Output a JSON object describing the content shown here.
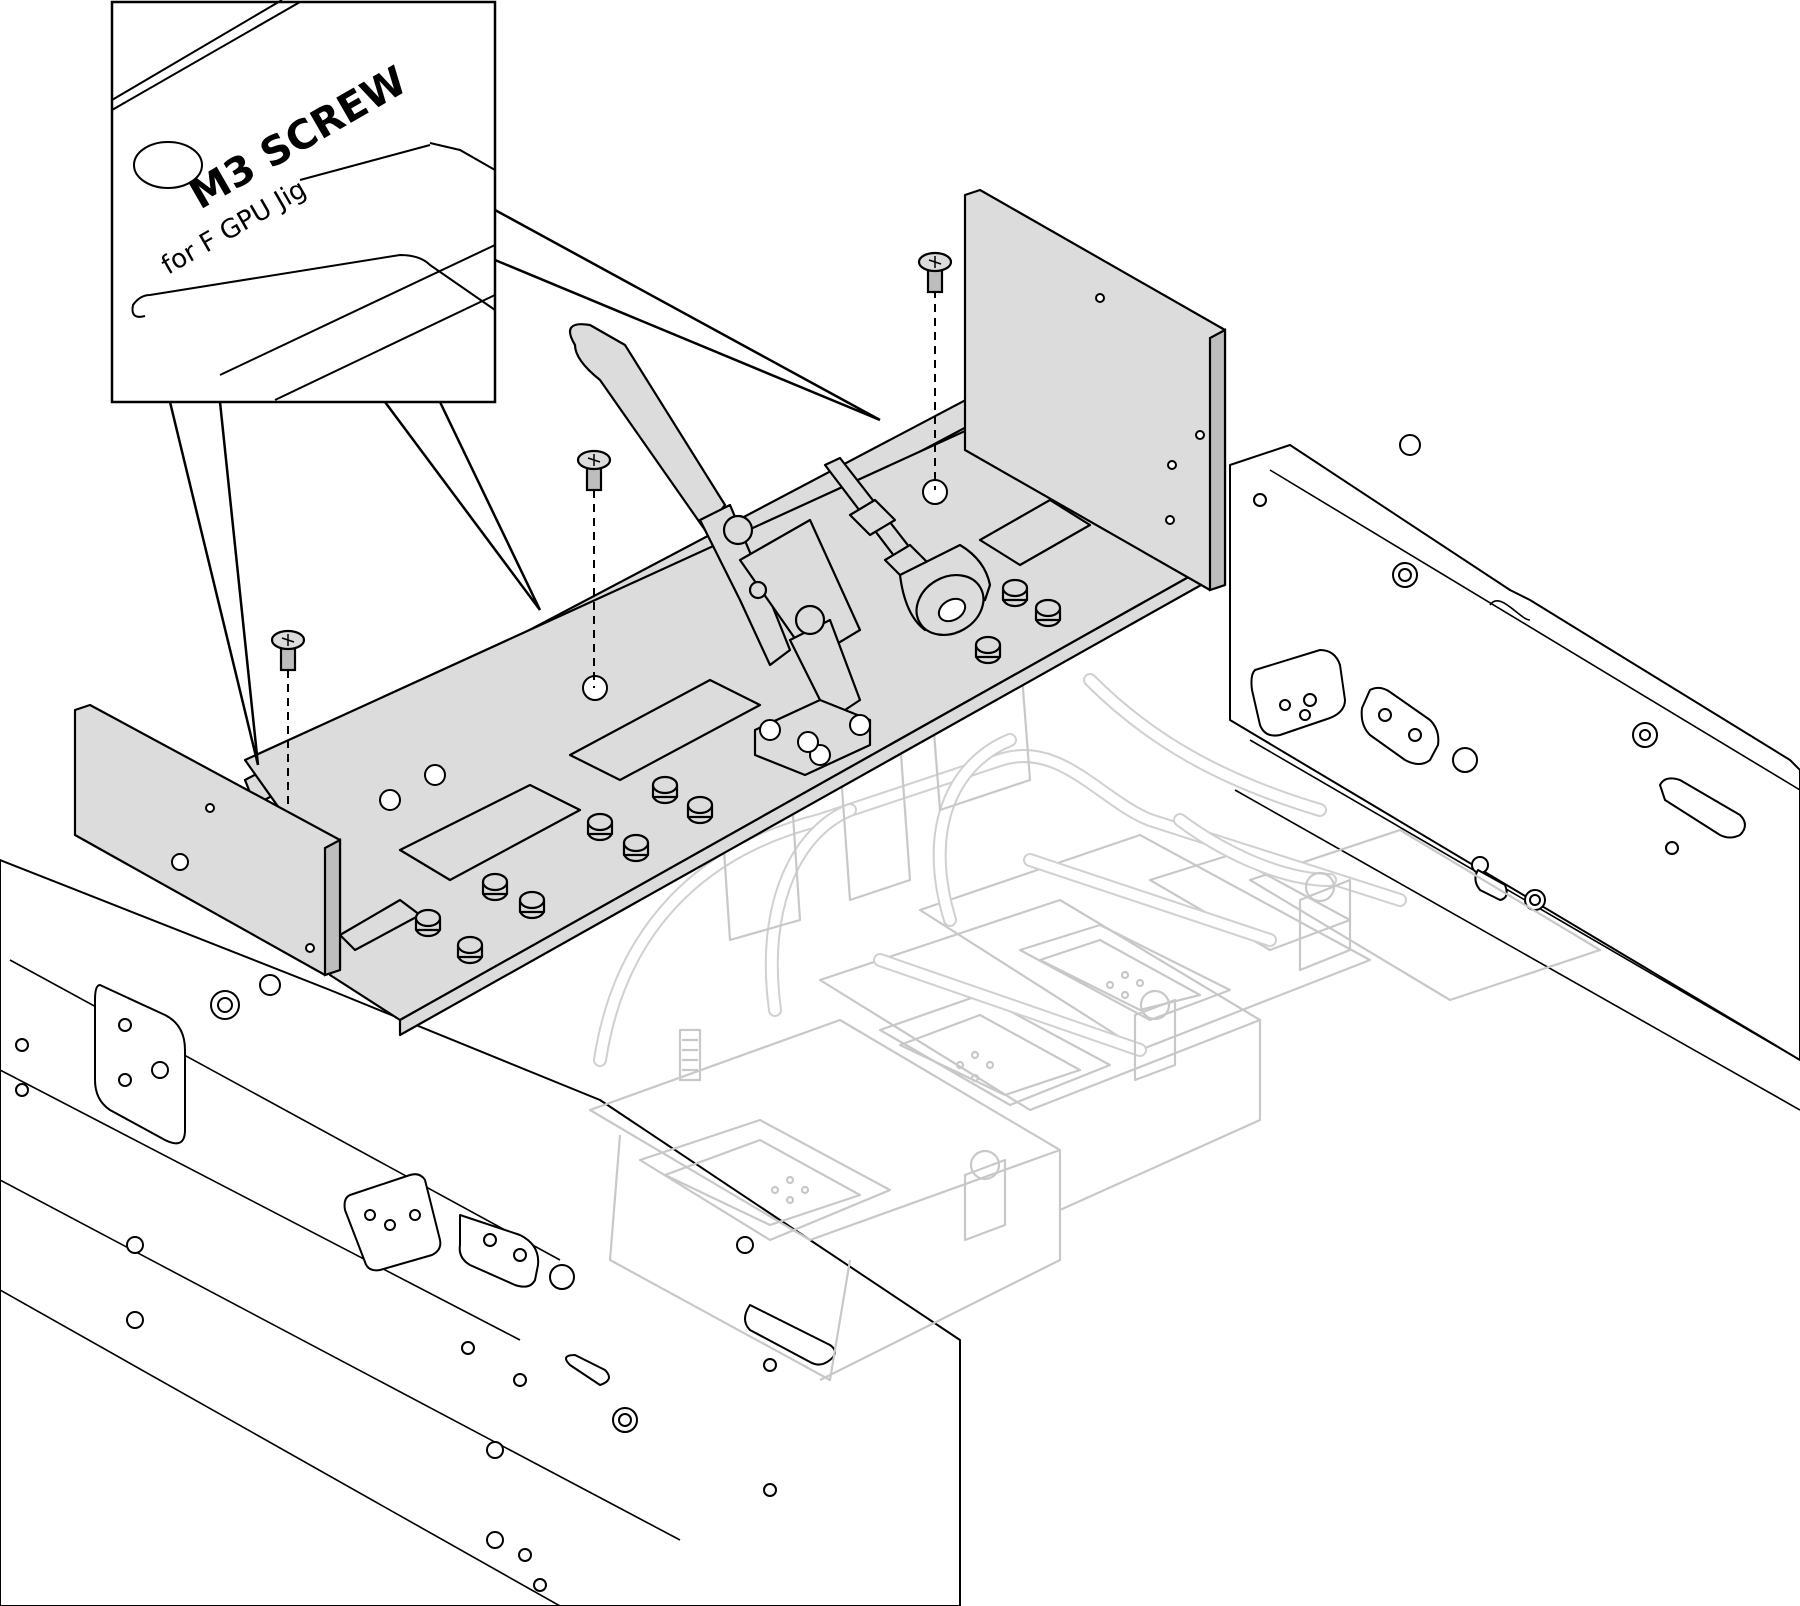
{
  "callout": {
    "title": "M3 SCREW",
    "subtitle": "for F GPU Jig"
  },
  "colors": {
    "jig_fill": "#dcdcdc",
    "ghost_line": "#c8c8c8",
    "outline": "#000000",
    "background": "#ffffff"
  },
  "screws": [
    {
      "id": "screw-left"
    },
    {
      "id": "screw-middle"
    },
    {
      "id": "screw-right"
    }
  ],
  "icons": {
    "screw": "screw-icon",
    "toggle_clamp": "toggle-clamp-icon",
    "handle": "clamp-handle-icon"
  }
}
